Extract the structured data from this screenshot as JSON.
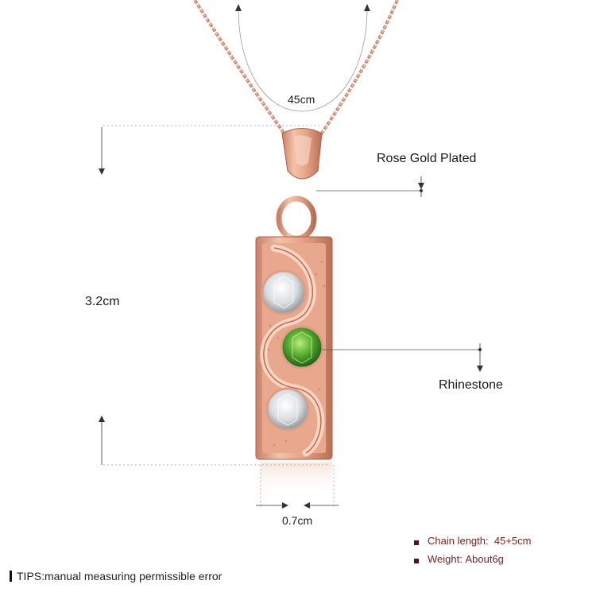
{
  "annotations": {
    "chain_length_dim": "45cm",
    "pendant_height_dim": "3.2cm",
    "pendant_width_dim": "0.7cm",
    "plating_callout": "Rose Gold Plated",
    "stone_callout": "Rhinestone"
  },
  "footer": {
    "tips": "TIPS:manual measuring permissible error",
    "specs": [
      {
        "label": "Chain length:",
        "value": "45+5cm"
      },
      {
        "label": "Weight:",
        "value": "About6g"
      }
    ]
  },
  "colors": {
    "rose_gold": "#e7a488",
    "rose_gold_dark": "#b86f55",
    "rose_gold_light": "#f6cbb6",
    "clear_stone": "#eef0f2",
    "green_stone": "#4fa22a",
    "spec_text": "#7a1f1f"
  }
}
